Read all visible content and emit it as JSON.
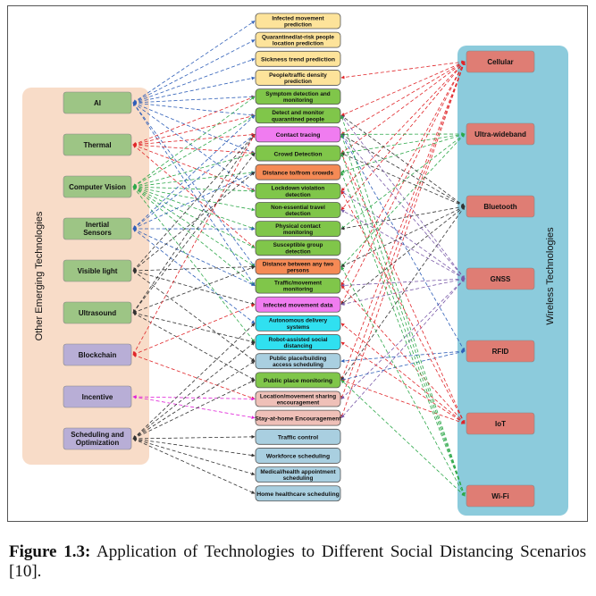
{
  "diagram": {
    "left_panel_title": "Other Emerging Technologies",
    "right_panel_title": "Wireless Technologies",
    "colors": {
      "left_panel": "#f8dcc8",
      "right_panel": "#8ccbdc",
      "line_blue": "#2f5fb8",
      "line_red": "#e0262a",
      "line_green": "#2ea84a",
      "line_dark": "#333333",
      "line_purple": "#7a5aa8",
      "line_magenta": "#e020d8"
    },
    "left_nodes": [
      {
        "id": "ai",
        "label": "AI",
        "color": "#9dc585",
        "line": "#2f5fb8"
      },
      {
        "id": "thermal",
        "label": "Thermal",
        "color": "#9dc585",
        "line": "#e0262a"
      },
      {
        "id": "cv",
        "label": "Computer Vision",
        "color": "#9dc585",
        "line": "#2ea84a"
      },
      {
        "id": "inertial",
        "label": "Inertial Sensors",
        "color": "#9dc585",
        "line": "#2f5fb8"
      },
      {
        "id": "visible",
        "label": "Visible light",
        "color": "#9dc585",
        "line": "#333333"
      },
      {
        "id": "ultrasound",
        "label": "Ultrasound",
        "color": "#9dc585",
        "line": "#333333"
      },
      {
        "id": "blockchain",
        "label": "Blockchain",
        "color": "#b8aed6",
        "line": "#e0262a"
      },
      {
        "id": "incentive",
        "label": "Incentive",
        "color": "#b8aed6",
        "line": "#e020d8"
      },
      {
        "id": "sched",
        "label": "Scheduling and Optimization",
        "color": "#b8aed6",
        "line": "#333333"
      }
    ],
    "right_nodes": [
      {
        "id": "cellular",
        "label": "Cellular",
        "color": "#df7d74",
        "line": "#e0262a"
      },
      {
        "id": "uwb",
        "label": "Ultra-wideband",
        "color": "#df7d74",
        "line": "#2ea84a"
      },
      {
        "id": "bluetooth",
        "label": "Bluetooth",
        "color": "#df7d74",
        "line": "#333333"
      },
      {
        "id": "gnss",
        "label": "GNSS",
        "color": "#df7d74",
        "line": "#7a5aa8"
      },
      {
        "id": "rfid",
        "label": "RFID",
        "color": "#df7d74",
        "line": "#2f5fb8"
      },
      {
        "id": "iot",
        "label": "IoT",
        "color": "#df7d74",
        "line": "#e0262a"
      },
      {
        "id": "wifi",
        "label": "Wi-Fi",
        "color": "#df7d74",
        "line": "#2ea84a"
      }
    ],
    "scenarios": [
      {
        "label": "Infected movement prediction",
        "color": "#fde39a"
      },
      {
        "label": "Quarantined/at-risk people location prediction",
        "color": "#fde39a"
      },
      {
        "label": "Sickness trend prediction",
        "color": "#fde39a"
      },
      {
        "label": "People/traffic density prediction",
        "color": "#fde39a"
      },
      {
        "label": "Symptom detection and monitoring",
        "color": "#80c64a"
      },
      {
        "label": "Detect and monitor quarantined people",
        "color": "#80c64a"
      },
      {
        "label": "Contact tracing",
        "color": "#f07cf0"
      },
      {
        "label": "Crowd Detection",
        "color": "#80c64a"
      },
      {
        "label": "Distance to/from crowds",
        "color": "#f58a55"
      },
      {
        "label": "Lockdown violation detection",
        "color": "#80c64a"
      },
      {
        "label": "Non-essential travel detection",
        "color": "#80c64a"
      },
      {
        "label": "Physical contact monitoring",
        "color": "#80c64a"
      },
      {
        "label": "Susceptible group detection",
        "color": "#80c64a"
      },
      {
        "label": "Distance between any two persons",
        "color": "#f58a55"
      },
      {
        "label": "Traffic/movement monitoring",
        "color": "#80c64a"
      },
      {
        "label": "Infected movement data",
        "color": "#f07cf0"
      },
      {
        "label": "Autonomous delivery systems",
        "color": "#30e0f0"
      },
      {
        "label": "Robot-assisted social distancing",
        "color": "#30e0f0"
      },
      {
        "label": "Public place/building access scheduling",
        "color": "#a9cfe0"
      },
      {
        "label": "Public place monitoring",
        "color": "#80c64a"
      },
      {
        "label": "Location/movement sharing encouragement",
        "color": "#efc0b8"
      },
      {
        "label": "Stay-at-home Encouragement",
        "color": "#efc0b8"
      },
      {
        "label": "Traffic control",
        "color": "#a9cfe0"
      },
      {
        "label": "Workforce scheduling",
        "color": "#a9cfe0"
      },
      {
        "label": "Medical/health appointment scheduling",
        "color": "#a9cfe0"
      },
      {
        "label": "Home healthcare scheduling",
        "color": "#a9cfe0"
      }
    ],
    "left_edges": [
      {
        "from": "ai",
        "to": [
          0,
          1,
          2,
          3,
          4,
          5,
          7,
          9,
          13,
          14
        ]
      },
      {
        "from": "thermal",
        "to": [
          4,
          5,
          6,
          7,
          9,
          12
        ]
      },
      {
        "from": "cv",
        "to": [
          4,
          5,
          7,
          8,
          9,
          10,
          11,
          12,
          13,
          14,
          17
        ]
      },
      {
        "from": "inertial",
        "to": [
          5,
          6,
          8,
          11,
          14,
          16
        ]
      },
      {
        "from": "visible",
        "to": [
          6,
          8,
          13,
          15,
          18
        ]
      },
      {
        "from": "ultrasound",
        "to": [
          6,
          7,
          13,
          17,
          19
        ]
      },
      {
        "from": "blockchain",
        "to": [
          6,
          15,
          20
        ]
      },
      {
        "from": "incentive",
        "to": [
          20,
          21
        ]
      },
      {
        "from": "sched",
        "to": [
          16,
          17,
          18,
          19,
          22,
          23,
          24,
          25
        ]
      }
    ],
    "right_edges": [
      {
        "from": "cellular",
        "to": [
          3,
          5,
          6,
          7,
          9,
          10,
          14,
          15,
          19,
          20,
          21
        ]
      },
      {
        "from": "uwb",
        "to": [
          6,
          7,
          8,
          11,
          13
        ]
      },
      {
        "from": "bluetooth",
        "to": [
          5,
          6,
          7,
          11,
          13,
          15,
          19
        ]
      },
      {
        "from": "gnss",
        "to": [
          5,
          6,
          9,
          10,
          14,
          15,
          20,
          21
        ]
      },
      {
        "from": "rfid",
        "to": [
          6,
          18,
          19
        ]
      },
      {
        "from": "iot",
        "to": [
          7,
          9,
          14,
          16,
          17,
          19
        ]
      },
      {
        "from": "wifi",
        "to": [
          5,
          6,
          7,
          8,
          13,
          19
        ]
      }
    ]
  },
  "caption": {
    "label": "Figure 1.3:",
    "text": "Application of Technologies to Different Social Distancing Scenarios [10]."
  }
}
